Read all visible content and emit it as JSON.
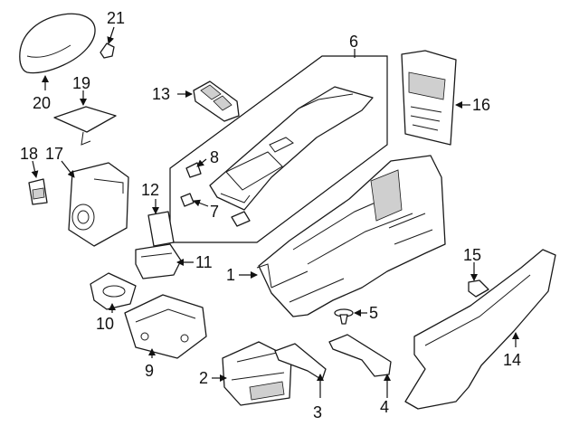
{
  "diagram": {
    "callouts": {
      "p1": "1",
      "p2": "2",
      "p3": "3",
      "p4": "4",
      "p5": "5",
      "p6": "6",
      "p7": "7",
      "p8": "8",
      "p9": "9",
      "p10": "10",
      "p11": "11",
      "p12": "12",
      "p13": "13",
      "p14": "14",
      "p15": "15",
      "p16": "16",
      "p17": "17",
      "p18": "18",
      "p19": "19",
      "p20": "20",
      "p21": "21"
    }
  }
}
